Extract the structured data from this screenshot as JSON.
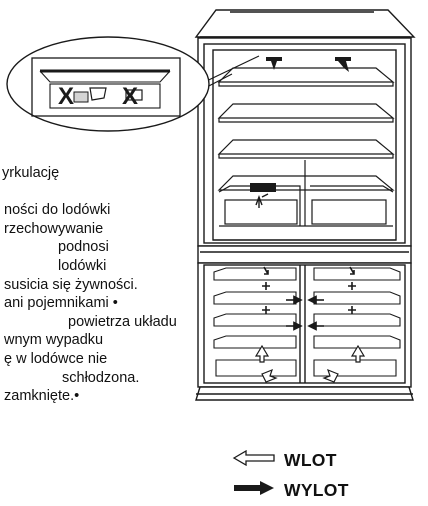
{
  "text_lines": [
    "yrkulację",
    "",
    "ności do lodówki",
    "rzechowywanie",
    "podnosi",
    "lodówki",
    "susicia się żywności.",
    "ani pojemnikami •",
    "powietrza układu",
    "wnym wypadku",
    "ę w lodówce nie",
    "schłodzona.",
    "zamknięte.•"
  ],
  "legend": {
    "inlet_label": "WLOT",
    "outlet_label": "WYLOT"
  },
  "inset": {
    "blocked_marks": [
      "X",
      "X"
    ]
  },
  "colors": {
    "line": "#1a1a1a",
    "shade": "#d4d4d4"
  }
}
